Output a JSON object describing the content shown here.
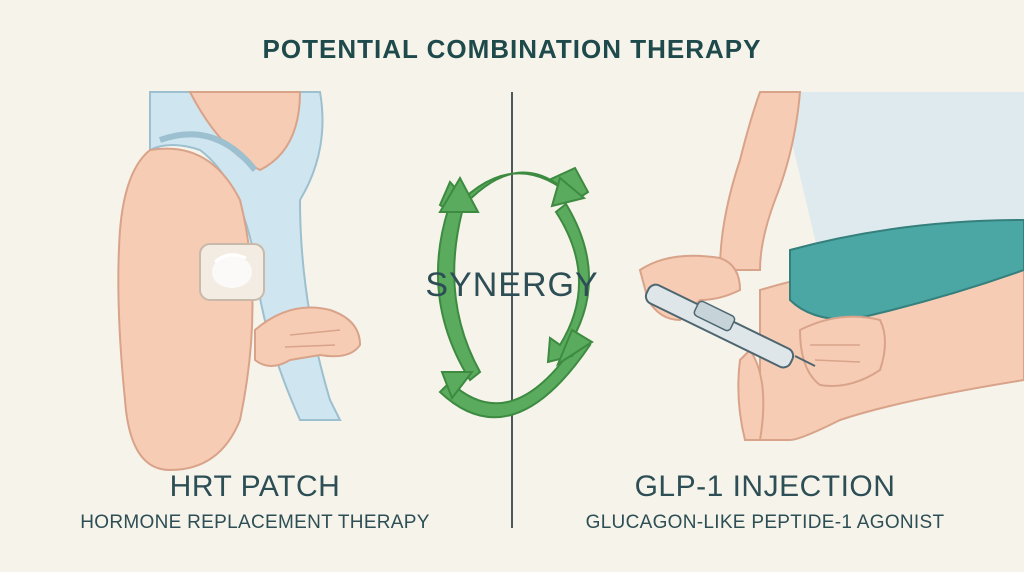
{
  "title": "POTENTIAL COMBINATION THERAPY",
  "center_label": "SYNERGY",
  "left_panel": {
    "heading": "HRT PATCH",
    "subheading": "HORMONE REPLACEMENT THERAPY"
  },
  "right_panel": {
    "heading": "GLP-1 INJECTION",
    "subheading": "GLUCAGON-LIKE PEPTIDE-1 AGONIST"
  },
  "colors": {
    "background": "#f5f3ea",
    "text": "#2d4e55",
    "arrow_green": "#5bab5e",
    "skin": "#f6cdb4",
    "top_blue": "#bcdcea",
    "shorts_teal": "#4aa7a3"
  }
}
